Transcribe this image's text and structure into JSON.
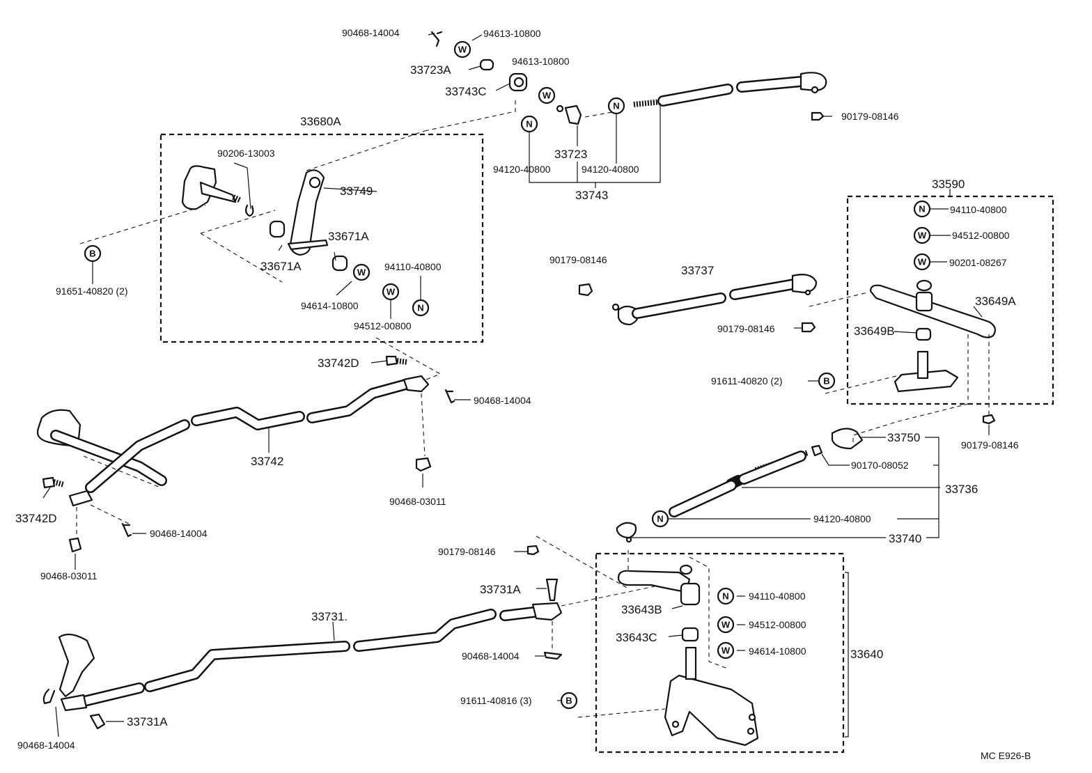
{
  "labels": {
    "p_90468_14004_a": "90468-14004",
    "p_94613_10800_a": "94613-10800",
    "p_33723A": "33723A",
    "p_94613_10800_b": "94613-10800",
    "p_33743C": "33743C",
    "p_33680A": "33680A",
    "p_90206_13003": "90206-13003",
    "p_33749": "33749",
    "p_33671A_a": "33671A",
    "p_33671A_b": "33671A",
    "p_94110_40800_a": "94110-40800",
    "p_94614_10800_a": "94614-10800",
    "p_94512_00800_a": "94512-00800",
    "p_91651_40820": "91651-40820 (2)",
    "p_33723": "33723",
    "p_94120_40800_a": "94120-40800",
    "p_94120_40800_b": "94120-40800",
    "p_33743": "33743",
    "p_90179_08146_a": "90179-08146",
    "p_33590": "33590",
    "p_94110_40800_b": "94110-40800",
    "p_94512_00800_b": "94512-00800",
    "p_90201_08267": "90201-08267",
    "p_90179_08146_b": "90179-08146",
    "p_33737": "33737",
    "p_90179_08146_c": "90179-08146",
    "p_33649A": "33649A",
    "p_33649B": "33649B",
    "p_91611_40820": "91611-40820  (2)",
    "p_33742D_a": "33742D",
    "p_90468_14004_b": "90468-14004",
    "p_33742": "33742",
    "p_90468_03011_a": "90468-03011",
    "p_33742D_b": "33742D",
    "p_90468_14004_c": "90468-14004",
    "p_90468_03011_b": "90468-03011",
    "p_33750": "33750",
    "p_90179_08146_d": "90179-08146",
    "p_90170_08052": "90170-08052",
    "p_33736": "33736",
    "p_94120_40800_c": "94120-40800",
    "p_33740": "33740",
    "p_90179_08146_e": "90179-08146",
    "p_33731A_a": "33731A",
    "p_33731": "33731.",
    "p_33643B": "33643B",
    "p_94110_40800_c": "94110-40800",
    "p_33643C": "33643C",
    "p_94512_00800_c": "94512-00800",
    "p_94614_10800_b": "94614-10800",
    "p_33640": "33640",
    "p_90468_14004_d": "90468-14004",
    "p_91611_40816": "91611-40816 (3)",
    "p_90468_14004_e": "90468-14004",
    "p_33731A_b": "33731A",
    "code": "MC  E926-B"
  },
  "symbols": {
    "washer": "W",
    "nut": "N",
    "bolt": "B"
  }
}
